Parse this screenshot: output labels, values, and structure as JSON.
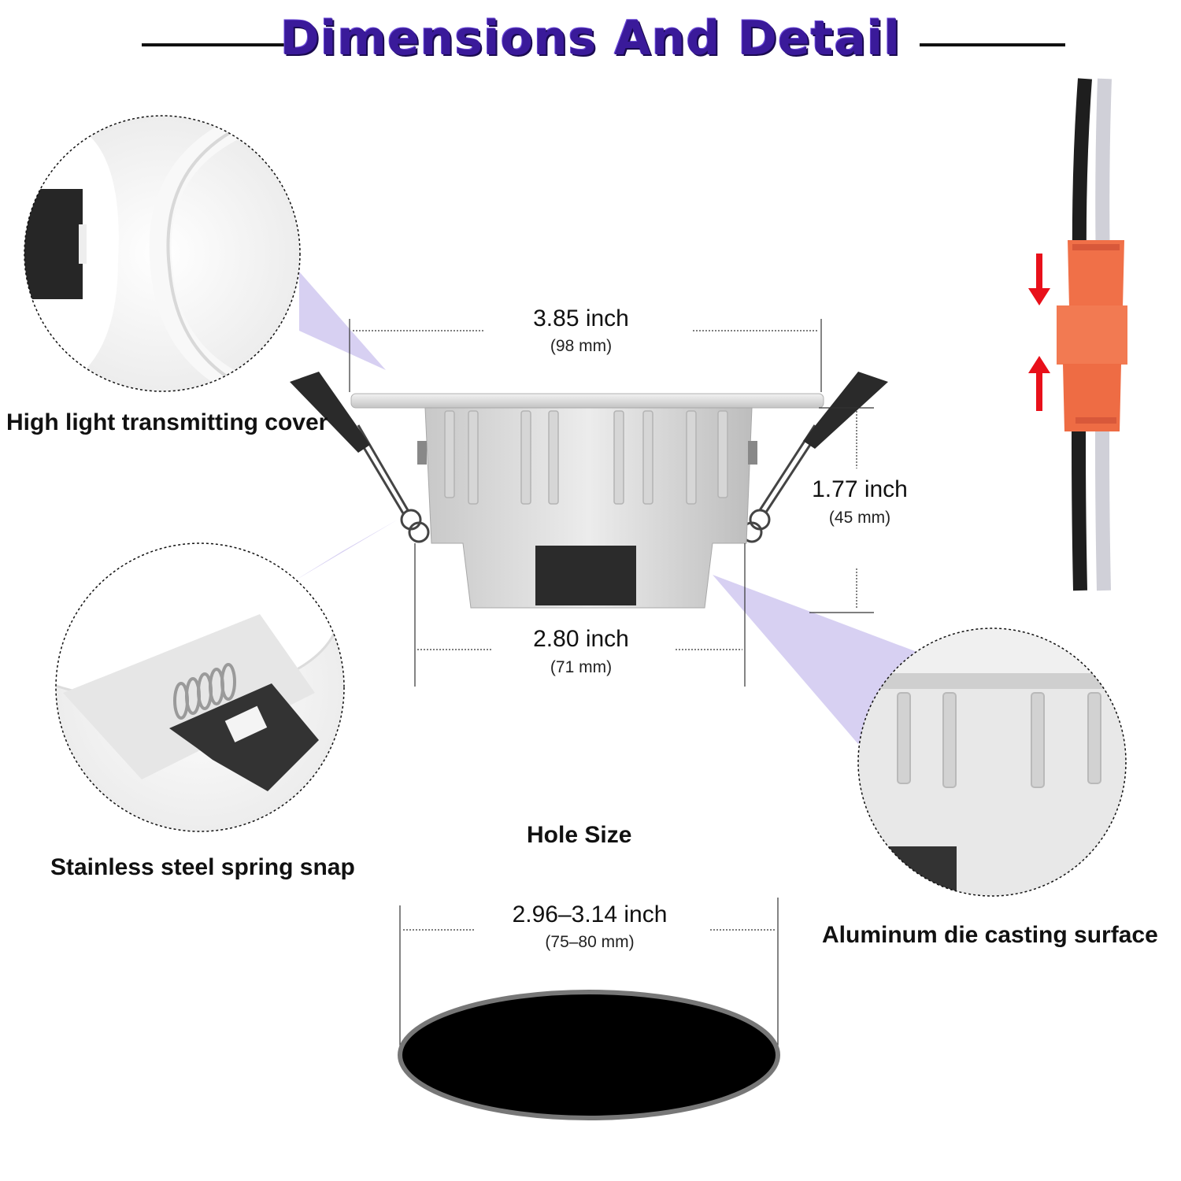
{
  "title": "Dimensions And Detail",
  "dimensions": {
    "top_width": {
      "inch": "3.85 inch",
      "mm": "(98 mm)"
    },
    "height": {
      "inch": "1.77 inch",
      "mm": "(45 mm)"
    },
    "bottom_width": {
      "inch": "2.80 inch",
      "mm": "(71 mm)"
    },
    "hole": {
      "inch": "2.96–3.14 inch",
      "mm": "(75–80 mm)"
    }
  },
  "labels": {
    "cover": "High light transmitting cover",
    "spring": "Stainless steel spring snap",
    "hole_size": "Hole Size",
    "aluminum": "Aluminum die casting surface"
  },
  "colors": {
    "title": "#3a1a9a",
    "connector": "#f07048",
    "arrow": "#e8101a",
    "callout": "#c9c0ee"
  }
}
